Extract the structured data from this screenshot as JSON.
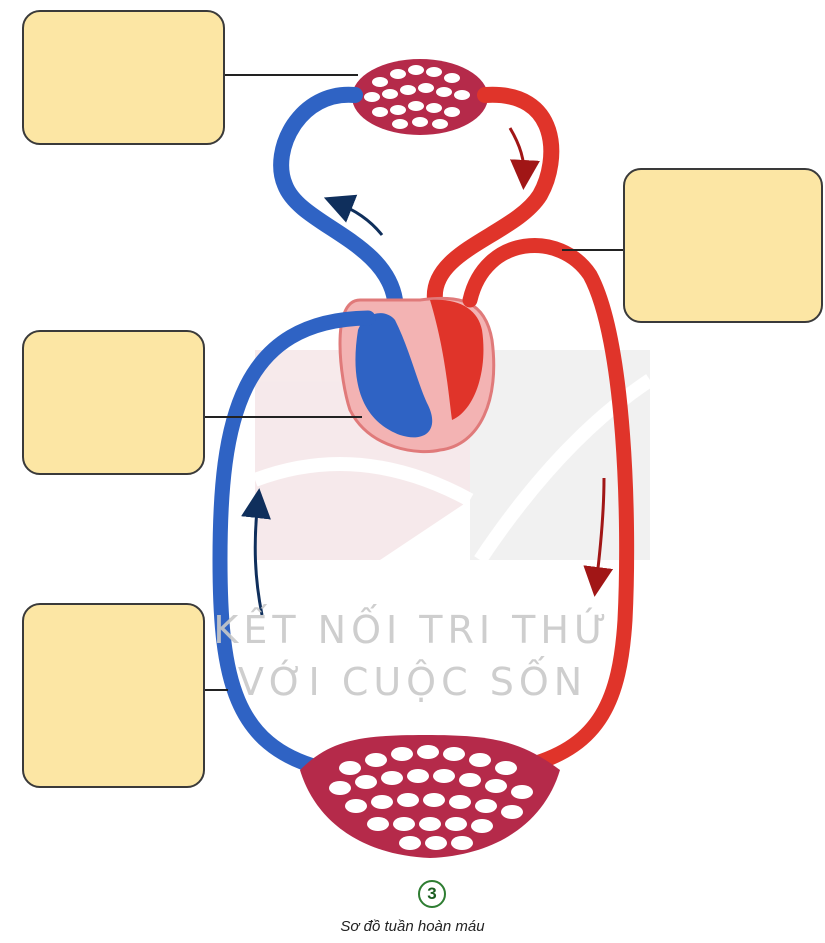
{
  "watermark": {
    "line1": "KẾT NỐI TRI THỨ",
    "line2": "VỚI CUỘC SỐN"
  },
  "figure": {
    "number": "3",
    "caption": "Sơ đồ tuần hoàn máu"
  },
  "label_boxes": [
    "",
    "",
    "",
    ""
  ],
  "colors": {
    "oxygenated": "#e0342a",
    "deoxygenated": "#2f63c4",
    "label_fill": "#fce6a4",
    "arrow": "#0f2f5c",
    "arrow_red": "#a11616"
  }
}
